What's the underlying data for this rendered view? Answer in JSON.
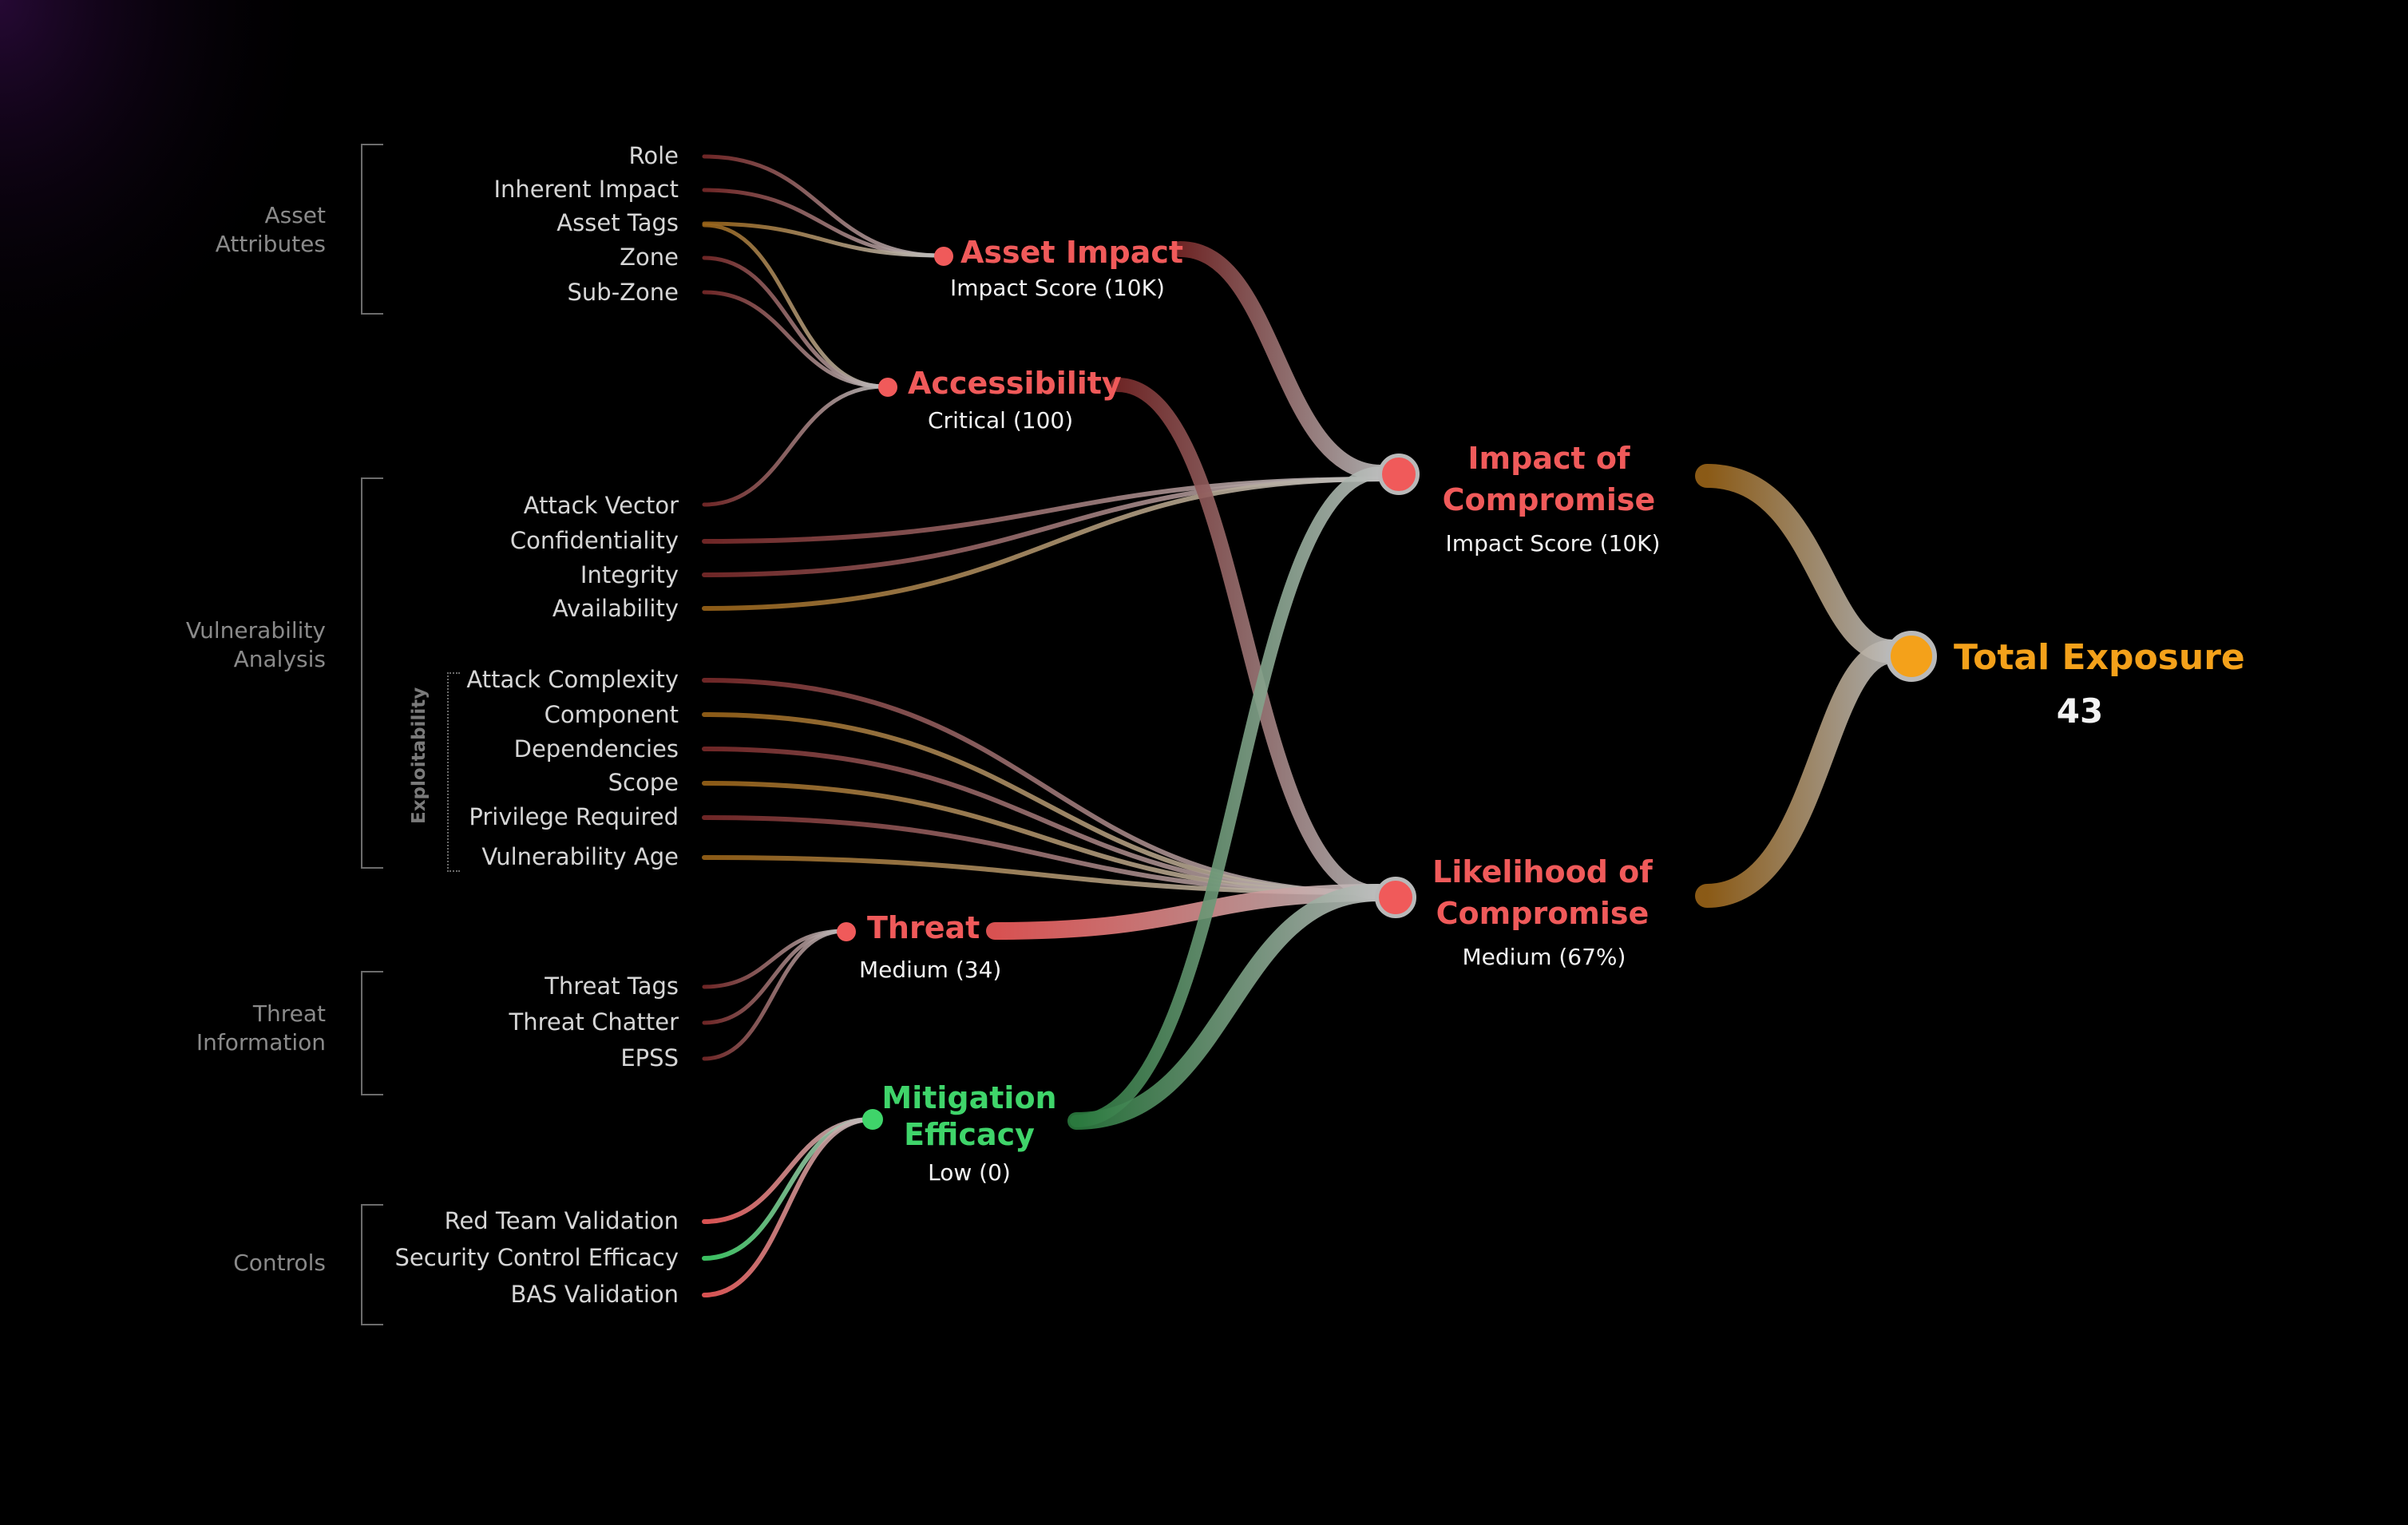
{
  "groups": {
    "asset": "Asset\nAttributes",
    "vulnerability": "Vulnerability\nAnalysis",
    "exploitability": "Exploitability",
    "threat": "Threat\nInformation",
    "controls": "Controls"
  },
  "attributes": {
    "role": "Role",
    "inherent_impact": "Inherent Impact",
    "asset_tags": "Asset Tags",
    "zone": "Zone",
    "sub_zone": "Sub-Zone",
    "attack_vector": "Attack Vector",
    "confidentiality": "Confidentiality",
    "integrity": "Integrity",
    "availability": "Availability",
    "attack_complexity": "Attack Complexity",
    "component": "Component",
    "dependencies": "Dependencies",
    "scope": "Scope",
    "privilege_required": "Privilege Required",
    "vulnerability_age": "Vulnerability Age",
    "threat_tags": "Threat Tags",
    "threat_chatter": "Threat Chatter",
    "epss": "EPSS",
    "red_team": "Red Team Validation",
    "security_control": "Security Control Efficacy",
    "bas": "BAS Validation"
  },
  "nodes": {
    "asset_impact": {
      "title": "Asset Impact",
      "value": "Impact Score (10K)"
    },
    "accessibility": {
      "title": "Accessibility",
      "value": "Critical (100)"
    },
    "threat": {
      "title": "Threat",
      "value": "Medium (34)"
    },
    "mitigation": {
      "title": "Mitigation\nEfficacy",
      "value": "Low (0)"
    },
    "impact_compromise": {
      "title": "Impact of\nCompromise",
      "value": "Impact Score (10K)"
    },
    "likelihood": {
      "title": "Likelihood of\nCompromise",
      "value": "Medium (67%)"
    },
    "total": {
      "title": "Total Exposure",
      "value": "43"
    }
  },
  "colors": {
    "red": "#f05a5a",
    "green": "#3fd46a",
    "orange": "#f4a11a",
    "flow_red": "#7a2a2a",
    "flow_orange": "#9a6418",
    "flow_green": "#2a7a3e",
    "flow_grey": "#bdbdbd",
    "background": "#000000"
  }
}
